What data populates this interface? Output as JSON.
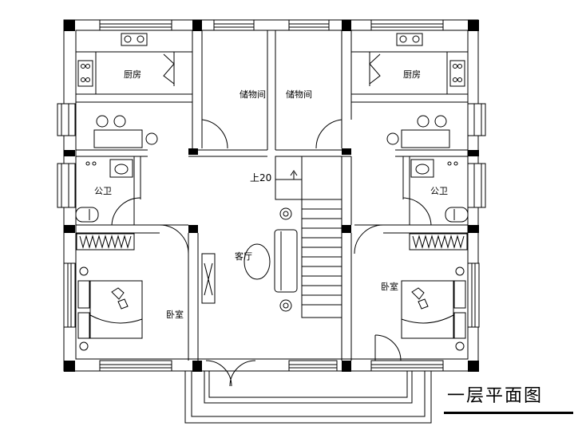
{
  "title": "一层平面图",
  "rooms": {
    "kitchen_left": "厨房",
    "kitchen_right": "厨房",
    "storage_left": "储物间",
    "storage_right": "储物间",
    "bathroom_left": "公卫",
    "bathroom_right": "公卫",
    "living_room": "客厅",
    "bedroom_left": "卧室",
    "bedroom_right": "卧室"
  },
  "stair_label": "上20"
}
